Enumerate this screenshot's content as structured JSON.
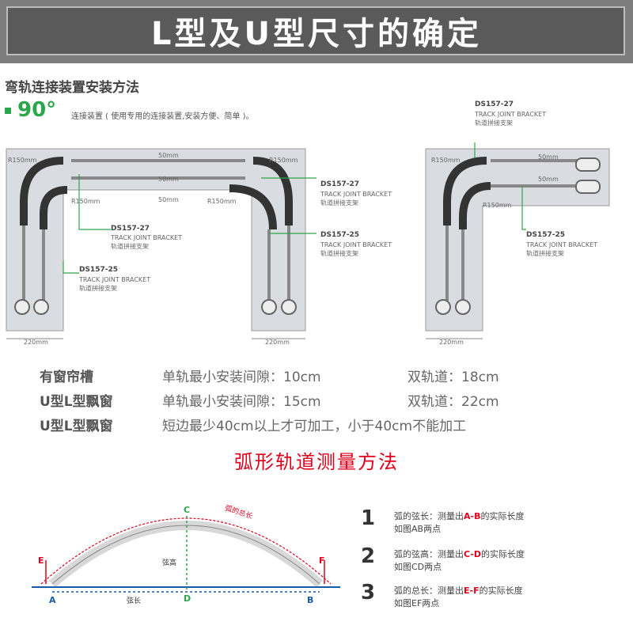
{
  "banner": {
    "title": "L型及U型尺寸的确定"
  },
  "section1": {
    "title": "弯轨连接装置安装方法",
    "angle": "90°",
    "angle_desc": "连接装置 ( 使用专用的连接装置,安装方便、简单 )。"
  },
  "diagram": {
    "r150": "R150mm",
    "m50": "50mm",
    "m220": "220mm",
    "bracket_27": "DS157-27",
    "bracket_25": "DS157-25",
    "bracket_en": "TRACK JOINT BRACKET",
    "bracket_cn": "轨道拼接支架"
  },
  "specs": [
    {
      "label": "有窗帘槽",
      "single": "单轨最小安装间隙：10cm",
      "double": "双轨道：18cm"
    },
    {
      "label": "U型L型飘窗",
      "single": "单轨最小安装间隙：15cm",
      "double": "双轨道：22cm"
    },
    {
      "label": "U型L型飘窗",
      "single": "短边最少40cm以上才可加工，小于40cm不能加工",
      "double": ""
    }
  ],
  "arc": {
    "title": "弧形轨道测量方法",
    "total_len": "弧的总长",
    "height": "弦高",
    "chord": "弦长",
    "points": {
      "a": "A",
      "b": "B",
      "c": "C",
      "d": "D",
      "e": "E",
      "f": "F"
    },
    "steps": [
      {
        "num": "1",
        "pre": "弧的弦长：测量出",
        "key": "A-B",
        "post": "的实际长度",
        "sub": "如图AB两点"
      },
      {
        "num": "2",
        "pre": "弧的弦高：测量出",
        "key": "C-D",
        "post": "的实际长度",
        "sub": "如图CD两点"
      },
      {
        "num": "3",
        "pre": "弧的总长：测量出",
        "key": "E-F",
        "post": "的实际长度",
        "sub": "如图EF两点"
      }
    ]
  },
  "colors": {
    "banner": "#5a5a5a",
    "accent_green": "#2ba64a",
    "accent_red": "#e0001b",
    "blue": "#1a5aa8"
  }
}
